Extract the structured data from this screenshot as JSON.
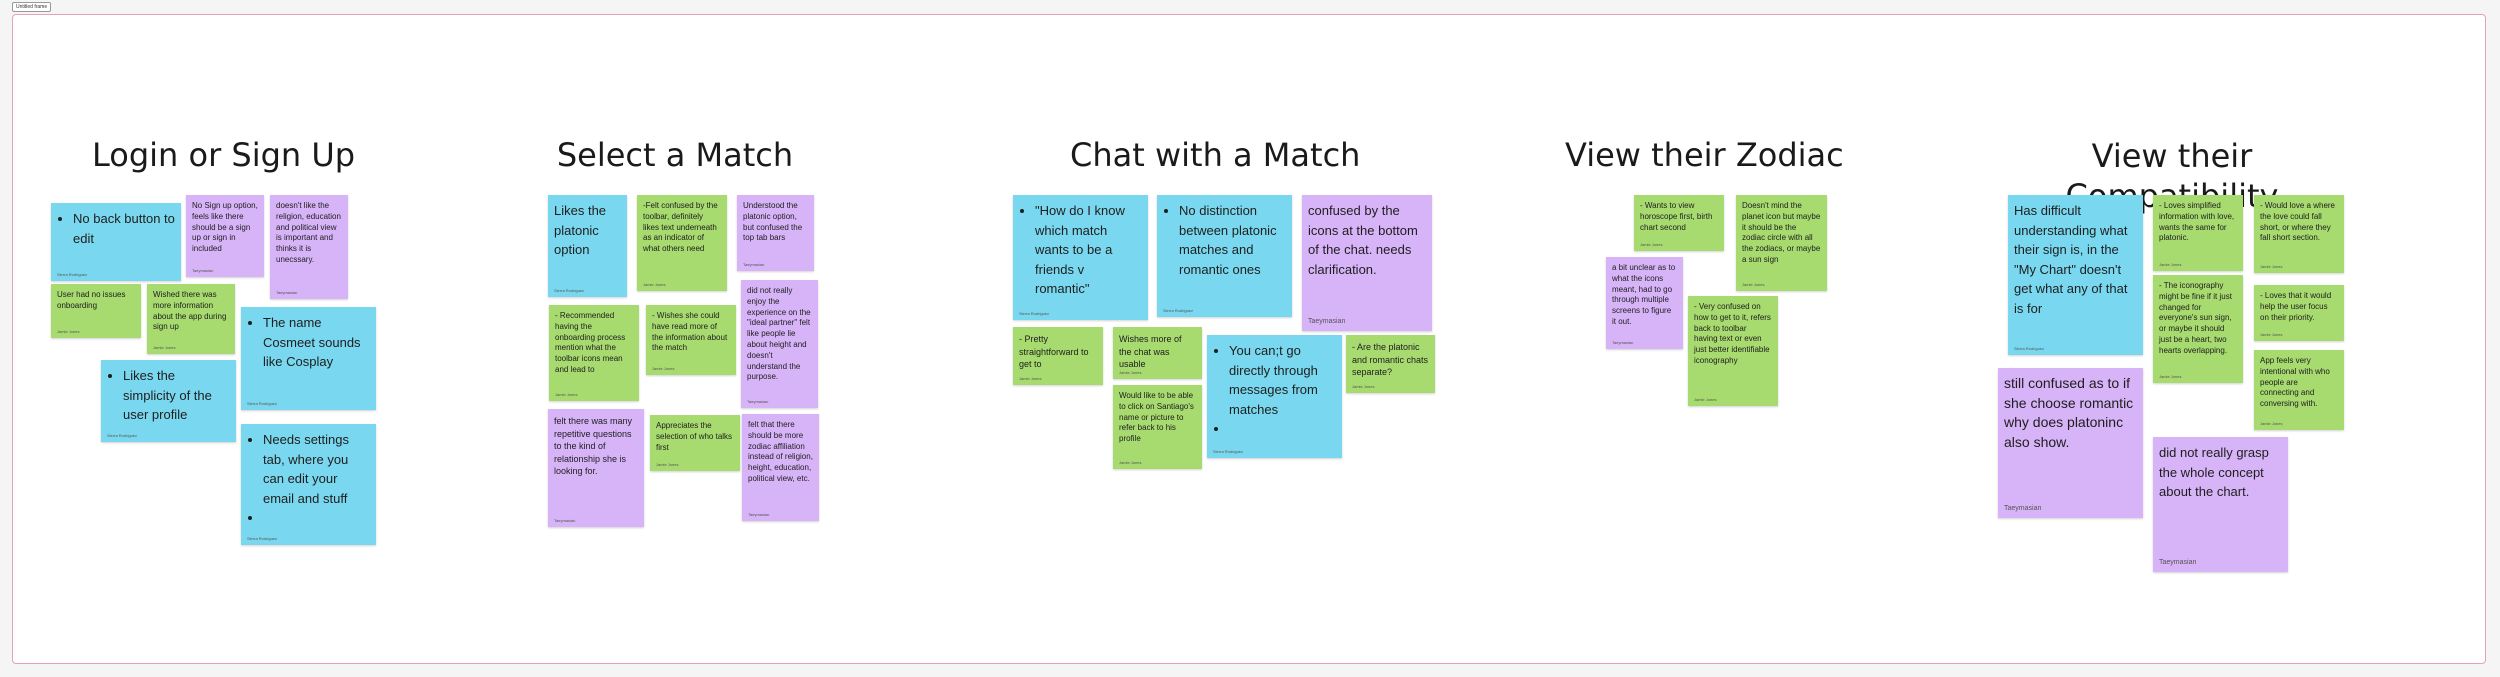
{
  "frame_label": "Untitled frame",
  "columns": [
    {
      "title": "Login or Sign Up"
    },
    {
      "title": "Select a Match"
    },
    {
      "title": "Chat with a Match"
    },
    {
      "title": "View their Zodiac"
    },
    {
      "title": "View their Compatibility"
    }
  ],
  "notes": {
    "n1": {
      "items": [
        "No back button to edit"
      ],
      "author": "Sierra Rodriguez"
    },
    "n2": {
      "text": "No Sign up option, feels like there should be a sign up or sign in included",
      "author": "Taeymasian"
    },
    "n3": {
      "text": "doesn't like the religion, education and political view is important and thinks it is unecssary.",
      "author": "Taeymasian"
    },
    "n4": {
      "text": "User had no issues onboarding",
      "author": "Jamie Jones"
    },
    "n5": {
      "text": "Wished there was more information about the app during sign up",
      "author": "Jamie Jones"
    },
    "n6": {
      "items": [
        "The name Cosmeet sounds like Cosplay"
      ],
      "author": "Sierra Rodriguez"
    },
    "n7": {
      "items": [
        "Likes the simplicity of the user profile"
      ],
      "author": "Sierra Rodriguez"
    },
    "n8": {
      "items": [
        "Needs settings tab, where you can edit your email and stuff",
        ""
      ],
      "author": "Sierra Rodriguez"
    },
    "n9": {
      "text": "Likes the platonic option",
      "author": "Sierra Rodriguez"
    },
    "n10": {
      "text": "-Felt confused by the toolbar, definitely likes text underneath as an indicator of what others need",
      "author": "Jamie Jones"
    },
    "n11": {
      "text": "Understood the platonic option, but confused the top tab bars",
      "author": "Taeymasian"
    },
    "n12": {
      "text": "- Recommended having the onboarding process mention what the toolbar icons mean and lead to",
      "author": "Jamie Jones"
    },
    "n13": {
      "text": "- Wishes she could have read more of the information about the match",
      "author": "Jamie Jones"
    },
    "n14": {
      "text": "did not really enjoy the experience on the \"ideal partner\" felt like people lie about height and doesn't understand the purpose.",
      "author": "Taeymasian"
    },
    "n15": {
      "text": "felt there was many repetitive questions to the kind of relationship she is looking for.",
      "author": "Taeymasian"
    },
    "n16": {
      "text": "Appreciates the selection of who talks first",
      "author": "Jamie Jones"
    },
    "n17": {
      "text": "felt that there should be more zodiac affiliation instead of religion, height, education, political view, etc.",
      "author": "Taeymasian"
    },
    "n18": {
      "items": [
        "\"How do I know which match wants to be a friends v romantic\""
      ],
      "author": "Sierra Rodriguez"
    },
    "n19": {
      "items": [
        "No distinction between platonic matches and romantic ones"
      ],
      "author": "Sierra Rodriguez"
    },
    "n20": {
      "text": "confused by the icons at the bottom of the chat. needs clarification.",
      "author": "Taeymasian"
    },
    "n21": {
      "text": "- Pretty straightforward to get to",
      "author": "Jamie Jones"
    },
    "n22": {
      "text": "Wishes more of the chat was usable",
      "author": "Jamie Jones"
    },
    "n23": {
      "items": [
        "You can;t go directly through messages from matches",
        ""
      ],
      "author": "Sierra Rodriguez"
    },
    "n24": {
      "text": "- Are the platonic and romantic chats separate?",
      "author": "Jamie Jones"
    },
    "n25": {
      "text": "Would like to be able to click on Santiago's name or picture to refer back to his profile",
      "author": "Jamie Jones"
    },
    "n26": {
      "text": "- Wants to view horoscope first, birth chart second",
      "author": "Jamie Jones"
    },
    "n27": {
      "text": "Doesn't mind the planet icon but maybe it should be the zodiac circle with all the zodiacs, or maybe a sun sign",
      "author": "Jamie Jones"
    },
    "n28": {
      "text": "a bit unclear as to what the icons meant, had to go through multiple screens to figure it out.",
      "author": "Taeymasian"
    },
    "n29": {
      "text": "- Very confused on how to get to it, refers back to toolbar having text or even just better identifiable iconography",
      "author": "Jamie Jones"
    },
    "n30": {
      "text": "Has difficult understanding what their sign is, in the \"My Chart\" doesn't get what any of that is for",
      "author": "Sierra Rodriguez"
    },
    "n31": {
      "text": "- Loves simplified information with love, wants the same for platonic.",
      "author": "Jamie Jones"
    },
    "n32": {
      "text": "- Would love a where the love could fall short, or where they fall short section.",
      "author": "Jamie Jones"
    },
    "n33": {
      "text": "- The iconography might be fine if it just changed for everyone's sun sign, or maybe it should just be a heart, two hearts overlapping.",
      "author": "Jamie Jones"
    },
    "n34": {
      "text": "- Loves that it would help the user focus on their priority.",
      "author": "Jamie Jones"
    },
    "n35": {
      "text": "still confused as to if she choose romantic why does platoninc also show.",
      "author": "Taeymasian"
    },
    "n36": {
      "text": "App feels very intentional with who people are connecting and conversing with.",
      "author": "Jamie Jones"
    },
    "n37": {
      "text": "did not really grasp the whole concept about the chart.",
      "author": "Taeymasian"
    }
  }
}
